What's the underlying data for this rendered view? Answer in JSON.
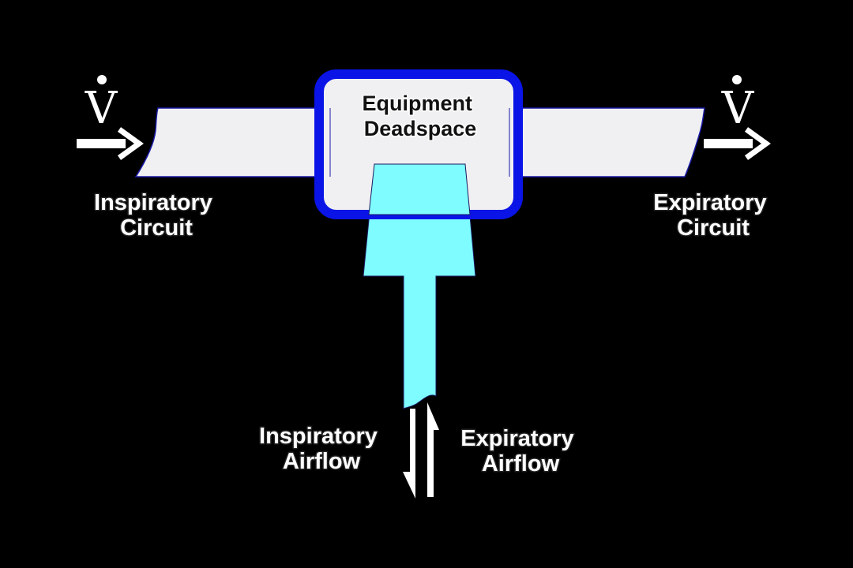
{
  "labels": {
    "flow_symbol": "V",
    "inspiratory_circuit": [
      "Inspiratory",
      "Circuit"
    ],
    "expiratory_circuit": [
      "Expiratory",
      "Circuit"
    ],
    "equipment_deadspace": [
      "Equipment",
      "Deadspace"
    ],
    "inspiratory_airflow": [
      "Inspiratory",
      "Airflow"
    ],
    "expiratory_airflow": [
      "Expiratory",
      "Airflow"
    ]
  },
  "colors": {
    "background": "#000000",
    "tube_fill": "#f0f0f2",
    "tube_border": "#1a1aa8",
    "deadspace_border": "#0a14e6",
    "airway_fill": "#7ffcff",
    "text": "#ffffff",
    "arrow": "#ffffff"
  },
  "icons": {
    "flow_arrow": "right-arrow-icon",
    "bidirectional_flow": "up-down-arrow-icon"
  }
}
